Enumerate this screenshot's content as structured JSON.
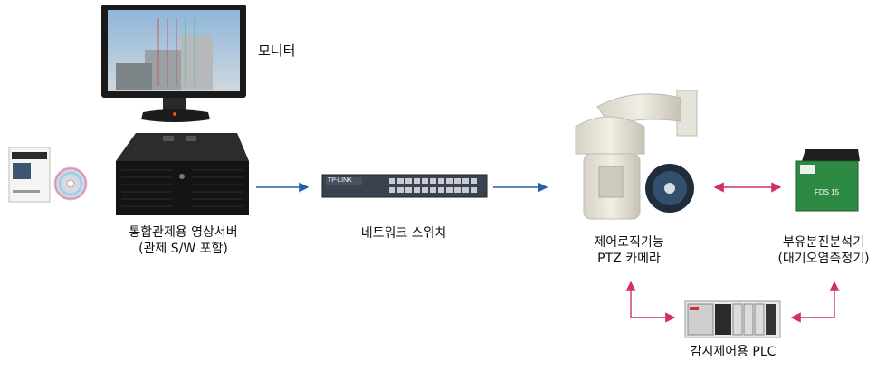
{
  "labels": {
    "monitor": "모니터",
    "server_line1": "통합관제용 영상서버",
    "server_line2": "(관제 S/W 포함)",
    "switch": "네트워크 스위치",
    "ptz_line1": "제어로직기능",
    "ptz_line2": "PTZ 카메라",
    "analyzer_line1": "부유분진분석기",
    "analyzer_line2": "(대기오염측정기)",
    "plc": "감시제어용 PLC"
  },
  "device_text": {
    "switch_brand": "TP-LINK",
    "analyzer_model": "FDS 15"
  },
  "colors": {
    "blue_arrow": "#2a5fb0",
    "red_arrow": "#d0306a",
    "analyzer_green": "#2c8a45"
  }
}
